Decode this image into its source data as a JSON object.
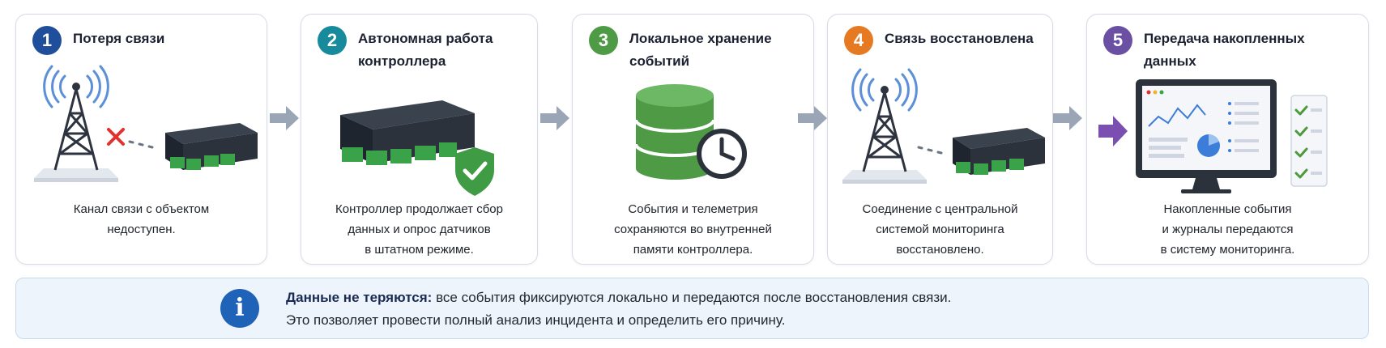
{
  "steps": [
    {
      "number": "1",
      "title": "Потеря связи",
      "description": [
        "Канал связи с объектом",
        "недоступен."
      ],
      "color": "#1f4e9a"
    },
    {
      "number": "2",
      "title": "Автономная работа контроллера",
      "description": [
        "Контроллер продолжает сбор",
        "данных и опрос датчиков",
        "в штатном режиме."
      ],
      "color": "#178b9c"
    },
    {
      "number": "3",
      "title": "Локальное хранение событий",
      "description": [
        "События и телеметрия",
        "сохраняются во внутренней",
        "памяти контроллера."
      ],
      "color": "#4e9a45"
    },
    {
      "number": "4",
      "title": "Связь восстановлена",
      "description": [
        "Соединение с центральной",
        "системой мониторинга",
        "восстановлено."
      ],
      "color": "#e67a22"
    },
    {
      "number": "5",
      "title": "Передача накопленных данных",
      "description": [
        "Накопленные события",
        "и журналы передаются",
        "в систему мониторинга."
      ],
      "color": "#6a4fa3"
    }
  ],
  "info": {
    "icon": "info-icon",
    "strong": "Данные не теряются:",
    "line1": " все события фиксируются локально и передаются после восстановления связи.",
    "line2": "Это позволяет провести полный анализ инцидента и определить его причину."
  },
  "colors": {
    "arrow": "#9aa6b6",
    "database": "#4e9a45",
    "shield": "#3f9b44",
    "upload_arrow": "#7a4fb0",
    "check": "#4c9a3b",
    "error_x": "#e0322f",
    "device_body": "#2b323c",
    "terminal": "#3aa34a"
  }
}
